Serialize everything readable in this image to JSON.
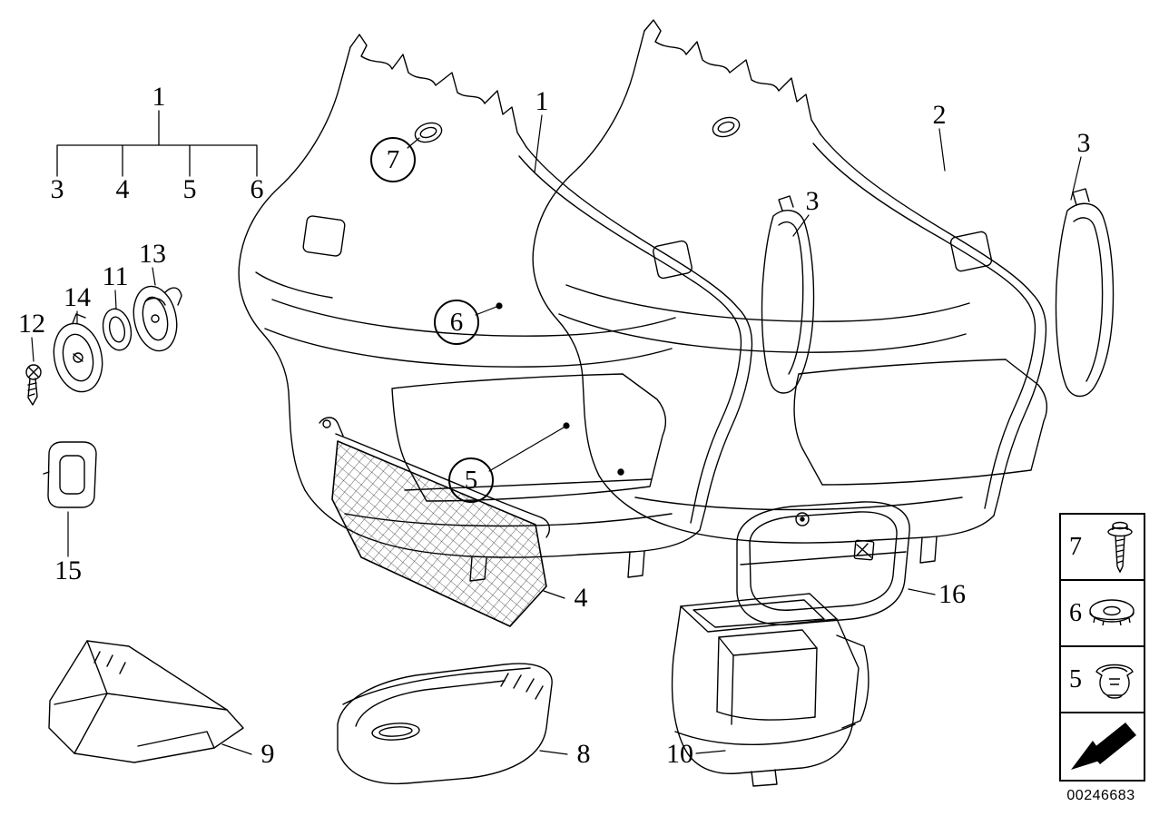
{
  "callouts": [
    {
      "label": "1"
    },
    {
      "label": "3"
    },
    {
      "label": "4"
    },
    {
      "label": "5"
    },
    {
      "label": "6"
    },
    {
      "label": "7"
    },
    {
      "label": "1"
    },
    {
      "label": "2"
    },
    {
      "label": "3"
    },
    {
      "label": "3"
    },
    {
      "label": "6"
    },
    {
      "label": "13"
    },
    {
      "label": "11"
    },
    {
      "label": "14"
    },
    {
      "label": "12"
    },
    {
      "label": "5"
    },
    {
      "label": "15"
    },
    {
      "label": "4"
    },
    {
      "label": "16"
    },
    {
      "label": "9"
    },
    {
      "label": "8"
    },
    {
      "label": "10"
    }
  ],
  "legend": {
    "items": [
      {
        "label": "7",
        "icon": "screw-icon"
      },
      {
        "label": "6",
        "icon": "grommet-icon"
      },
      {
        "label": "5",
        "icon": "expanding-nut-icon"
      },
      {
        "label": "",
        "icon": "direction-arrow-icon"
      }
    ]
  },
  "footer": {
    "document_number": "00246683"
  },
  "colors": {
    "line": "#000000",
    "background": "#ffffff"
  }
}
